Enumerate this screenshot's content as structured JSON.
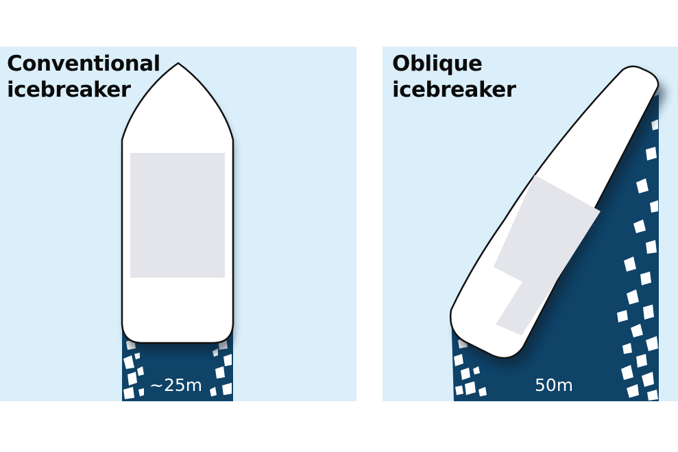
{
  "conventional": {
    "title_line1": "Conventional",
    "title_line2": "icebreaker",
    "channel_width": "~25m"
  },
  "oblique": {
    "title_line1": "Oblique",
    "title_line2": "icebreaker",
    "channel_width": "50m"
  },
  "colors": {
    "water": "#dbeffa",
    "channel": "#0f4368",
    "ice": "#ffffff",
    "hull": "#ffffff",
    "deck": "#e4e5ea",
    "outline": "#111111"
  }
}
